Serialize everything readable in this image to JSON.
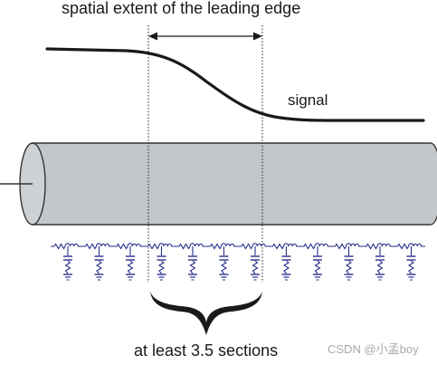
{
  "labels": {
    "top": "spatial extent of the leading edge",
    "signal": "signal",
    "bottom": "at least 3.5 sections"
  },
  "watermark": "CSDN @小孟boy",
  "ladder": {
    "sections": 12
  },
  "colors": {
    "cable_fill": "#c3c7ca",
    "cable_stroke": "#333333",
    "ladder": "#2a2e8c",
    "ink": "#1a1a1a"
  }
}
